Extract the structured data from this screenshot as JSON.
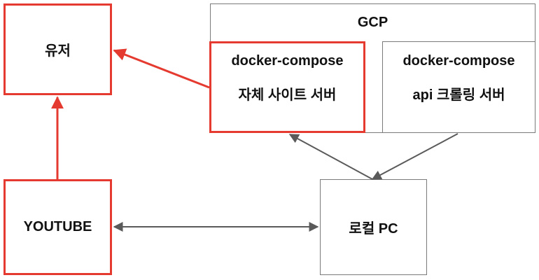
{
  "nodes": {
    "user": {
      "label": "유저"
    },
    "gcp": {
      "label": "GCP"
    },
    "self_site": {
      "title": "docker-compose",
      "subtitle": "자체 사이트 서버"
    },
    "api_crawler": {
      "title": "docker-compose",
      "subtitle": "api 크롤링 서버"
    },
    "youtube": {
      "label": "YOUTUBE"
    },
    "local_pc": {
      "label": "로컬 PC"
    }
  },
  "colors": {
    "highlight": "#e53a2f",
    "neutral_border": "#7a7a7a",
    "neutral_arrow": "#5a5a5a",
    "text": "#111111",
    "background": "#ffffff"
  }
}
